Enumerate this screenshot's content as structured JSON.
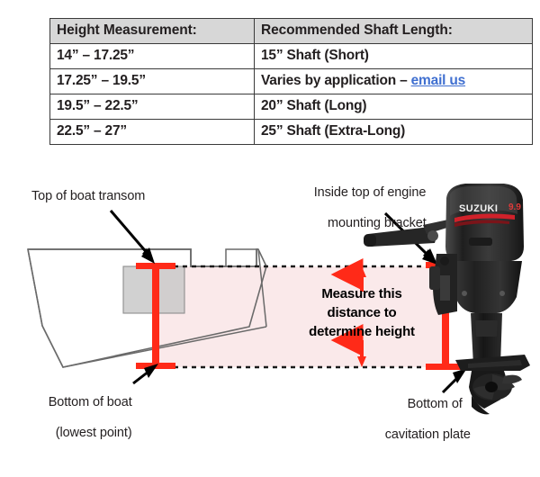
{
  "table": {
    "name": "shaft-length-recommendation-table",
    "headers": [
      "Height Measurement:",
      "Recommended Shaft Length:"
    ],
    "rows": [
      {
        "height": "14” – 17.25”",
        "shaft_text": "15” Shaft (Short)",
        "link": null
      },
      {
        "height": "17.25” – 19.5”",
        "shaft_text": "Varies by application – ",
        "link": "email us"
      },
      {
        "height": "19.5” – 22.5”",
        "shaft_text": "20” Shaft (Long)",
        "link": null
      },
      {
        "height": "22.5” – 27”",
        "shaft_text": "25” Shaft (Extra-Long)",
        "link": null
      }
    ],
    "header_bg": "#d7d7d7",
    "border_color": "#3a3a3a",
    "link_color": "#3f6fd0"
  },
  "diagram": {
    "labels": {
      "transom": "Top of boat transom",
      "bracket_line1": "Inside top of engine",
      "bracket_line2": "mounting bracket",
      "bottom_boat_line1": "Bottom of boat",
      "bottom_boat_line2": "(lowest point)",
      "cavitation_line1": "Bottom of",
      "cavitation_line2": "cavitation plate",
      "measure_line1": "Measure this",
      "measure_line2": "distance to",
      "measure_line3": "determine height"
    },
    "colors": {
      "measure_red": "#ff2a18",
      "hull_outline": "#6a6a6a",
      "transom_block": "#c9c9c9",
      "shaded_region": "#fae9ea",
      "dotted_black": "#1a1a1a",
      "arrow_black": "#000000",
      "engine_body": "#2e2e2e",
      "engine_accent": "#d0212a"
    },
    "engine": {
      "brand": "SUZUKI",
      "model": "9.9"
    }
  }
}
